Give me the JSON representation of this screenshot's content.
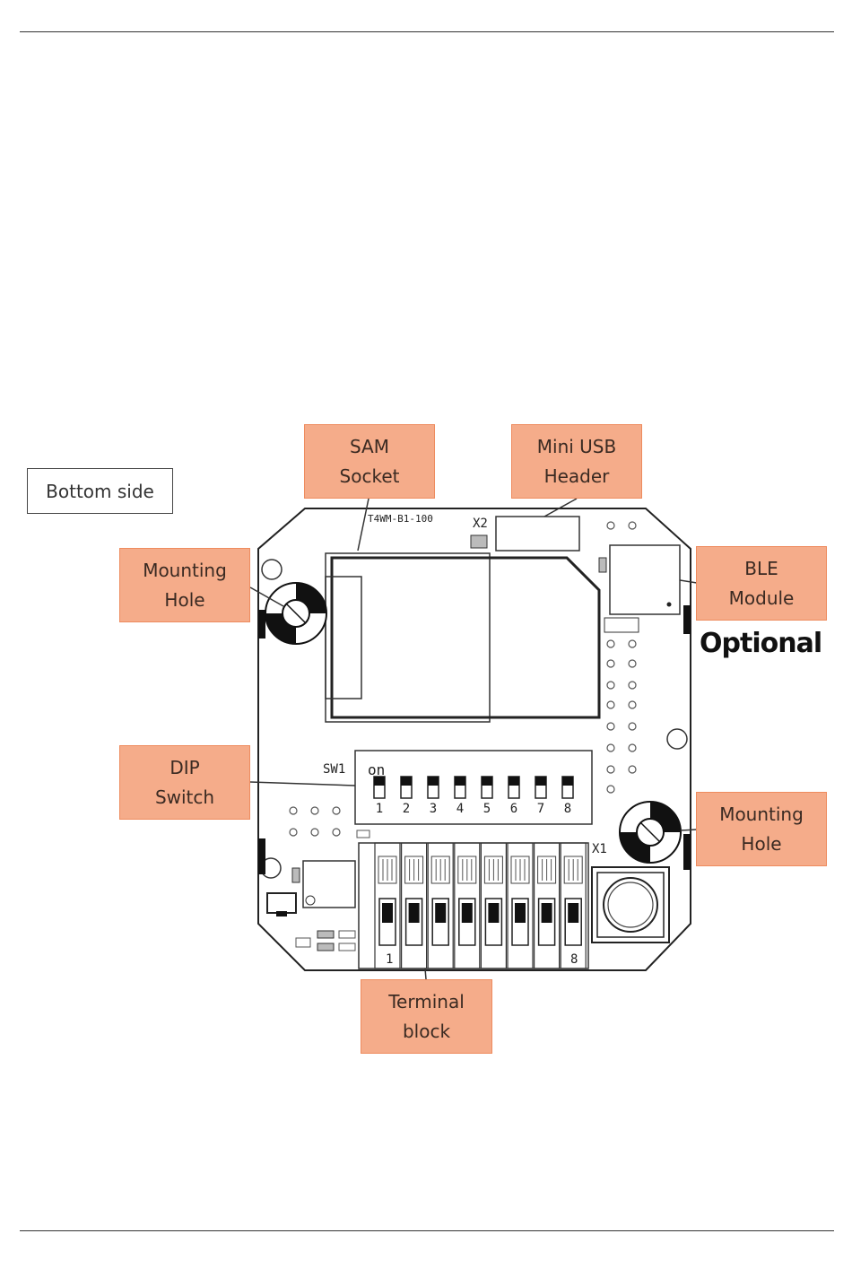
{
  "title_box": "Bottom side",
  "labels": {
    "sam_socket": "SAM\nSocket",
    "mini_usb": "Mini USB\nHeader",
    "mounting_hole_left": "Mounting\nHole",
    "ble_module": "BLE\nModule",
    "dip_switch": "DIP\nSwitch",
    "mounting_hole_right": "Mounting\nHole",
    "terminal_block": "Terminal\nblock"
  },
  "optional_note": "Optional",
  "board": {
    "part_number": "T4WM-B1-100",
    "x2": "X2",
    "sw1": "SW1",
    "on": "on",
    "x1": "X1",
    "dip_numbers": [
      "1",
      "2",
      "3",
      "4",
      "5",
      "6",
      "7",
      "8"
    ],
    "terminal_first": "1",
    "terminal_last": "8"
  },
  "colors": {
    "callout_fill": "#f5ac8a",
    "callout_border": "#ee8b5e"
  }
}
